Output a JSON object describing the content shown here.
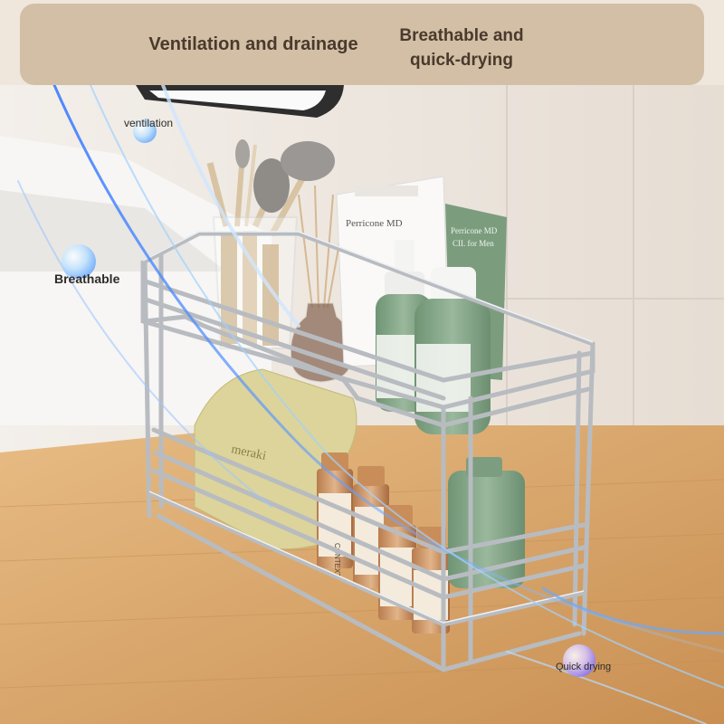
{
  "banner": {
    "left_text": "Ventilation and drainage",
    "right_text_line1": "Breathable and",
    "right_text_line2": "quick-drying"
  },
  "callouts": {
    "ventilation": "ventilation",
    "breathable": "Breathable",
    "quick_drying": "Quick drying"
  },
  "product_labels": {
    "box_brand": "Perricone MD",
    "tube_brand": "Perricone MD",
    "tube_sub": "CII. for Men",
    "bag_brand": "meraki",
    "bottle_brand": "CONTEXT"
  },
  "colors": {
    "banner_bg": "#d2bfa6",
    "banner_text": "#4a3a2c",
    "wood": "#d9a86c",
    "sage_green": "#7fa283",
    "chrome": "#c9ccd0"
  }
}
